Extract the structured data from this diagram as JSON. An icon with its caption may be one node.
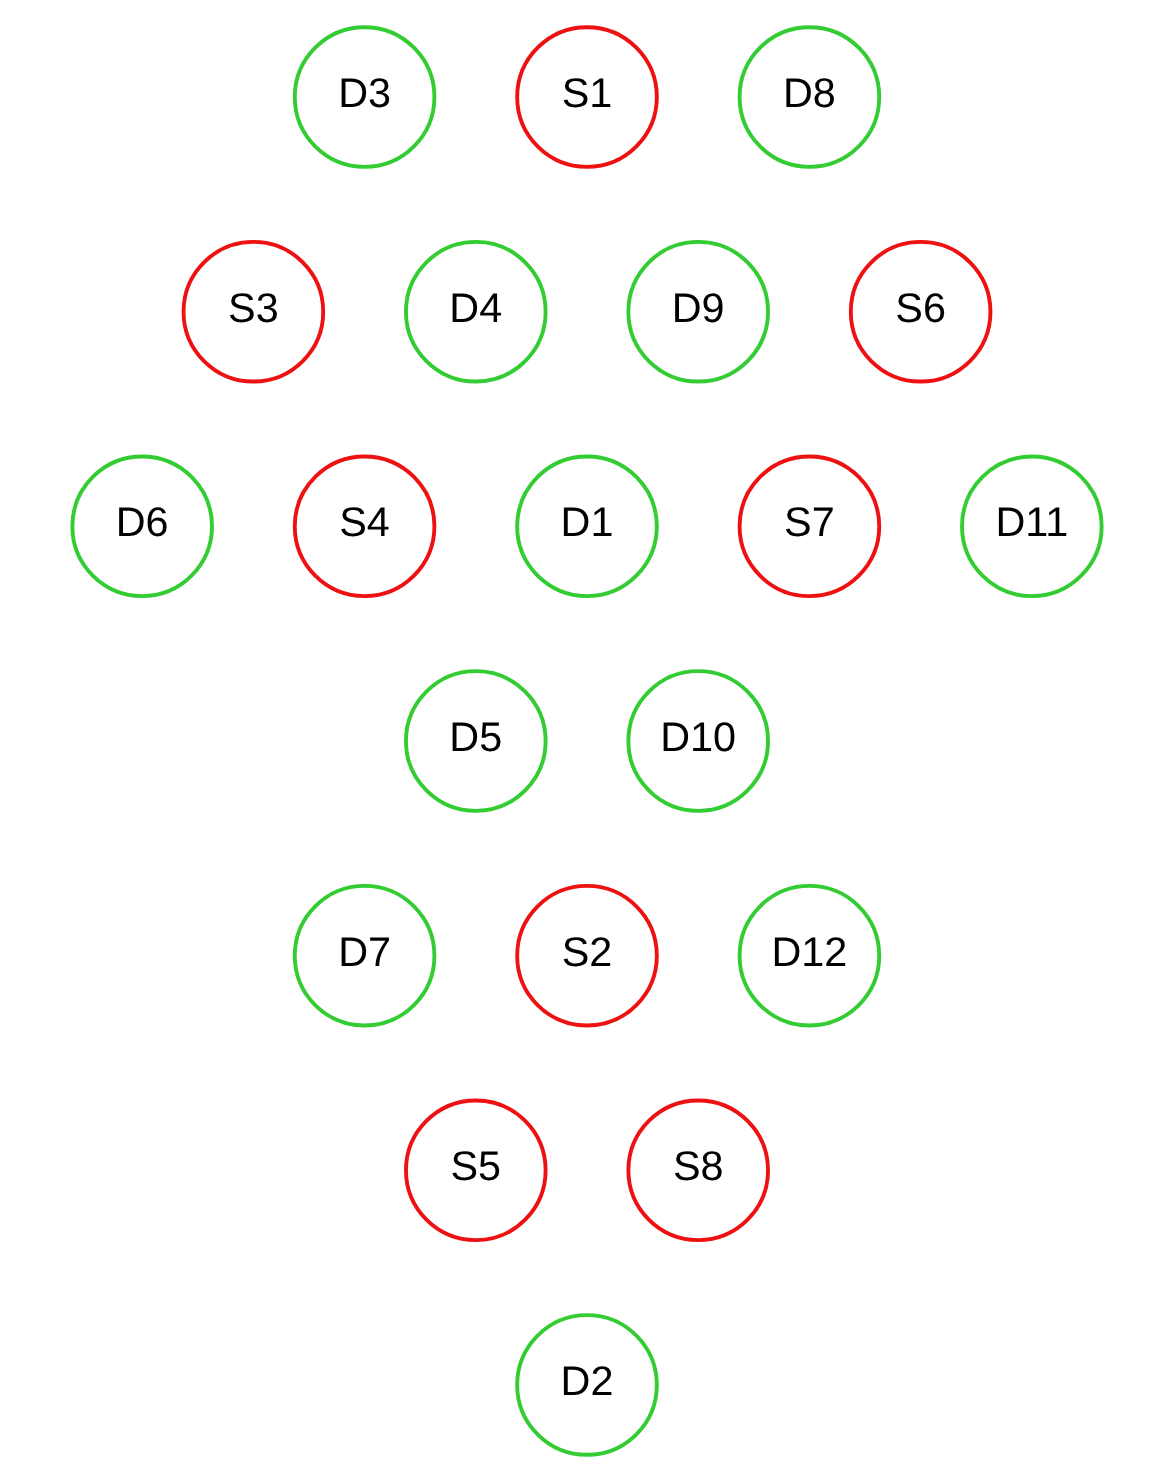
{
  "diagram": {
    "nodes": [
      {
        "text": [
          "D3"
        ]
      },
      {
        "text": [
          "S1"
        ]
      },
      {
        "text": [
          "D8"
        ]
      },
      {
        "text": [
          "S3"
        ]
      },
      {
        "text": [
          "D4"
        ]
      },
      {
        "text": [
          "D9"
        ]
      },
      {
        "text": [
          "S6"
        ]
      },
      {
        "text": [
          "D6"
        ]
      },
      {
        "text": [
          "S4"
        ]
      },
      {
        "text": [
          "D1"
        ]
      },
      {
        "text": [
          "S7"
        ]
      },
      {
        "text": [
          "D11"
        ]
      },
      {
        "text": [
          "D5"
        ]
      },
      {
        "text": [
          "D10"
        ]
      },
      {
        "text": [
          "D7"
        ]
      },
      {
        "text": [
          "S2"
        ]
      },
      {
        "text": [
          "D12"
        ]
      },
      {
        "text": [
          "S5"
        ]
      },
      {
        "text": [
          "S8"
        ]
      },
      {
        "text": [
          "D2"
        ]
      }
    ],
    "edges": []
  }
}
